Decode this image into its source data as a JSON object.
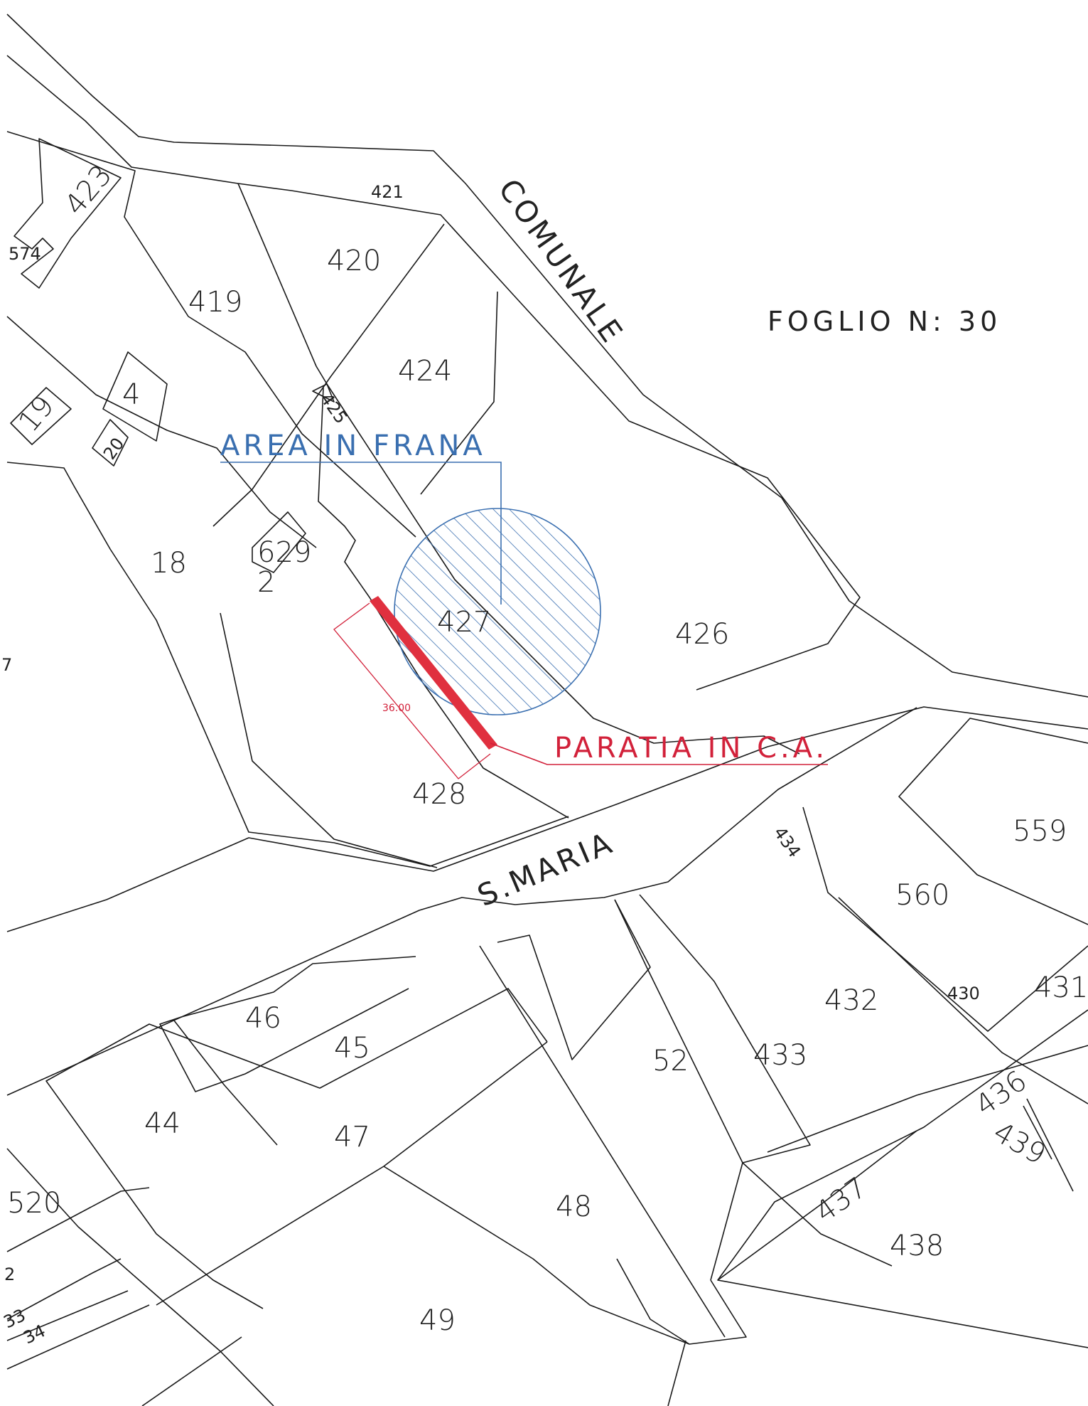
{
  "sheet": {
    "label": "FOGLIO N: 30"
  },
  "roads": {
    "comunale": "COMUNALE",
    "smaria": "S.MARIA"
  },
  "annotations": {
    "landslide": "AREA IN FRANA",
    "bulkhead": "PARATIA IN C.A.",
    "dimension": "36.00"
  },
  "colors": {
    "landslide": "#3a6fb0",
    "bulkhead": "#e0303f",
    "lines": "#1a1a1a"
  },
  "parcels": {
    "p423": "423",
    "p574": "574",
    "p421": "421",
    "p420": "420",
    "p419": "419",
    "p424": "424",
    "p425": "425",
    "p4": "4",
    "p19": "19",
    "p20": "20",
    "p18": "18",
    "p629": "629",
    "p2": "2",
    "p427": "427",
    "p426": "426",
    "p428": "428",
    "p559": "559",
    "p434": "434",
    "p560": "560",
    "p430": "430",
    "p431": "431",
    "p432": "432",
    "p46": "46",
    "p45": "45",
    "p433": "433",
    "p52": "52",
    "p44": "44",
    "p47": "47",
    "p436": "436",
    "p439": "439",
    "p48": "48",
    "p437": "437",
    "p438": "438",
    "p520": "520",
    "p2b": "2",
    "p33": "33",
    "p34": "34",
    "p49": "49",
    "p7": "7"
  }
}
